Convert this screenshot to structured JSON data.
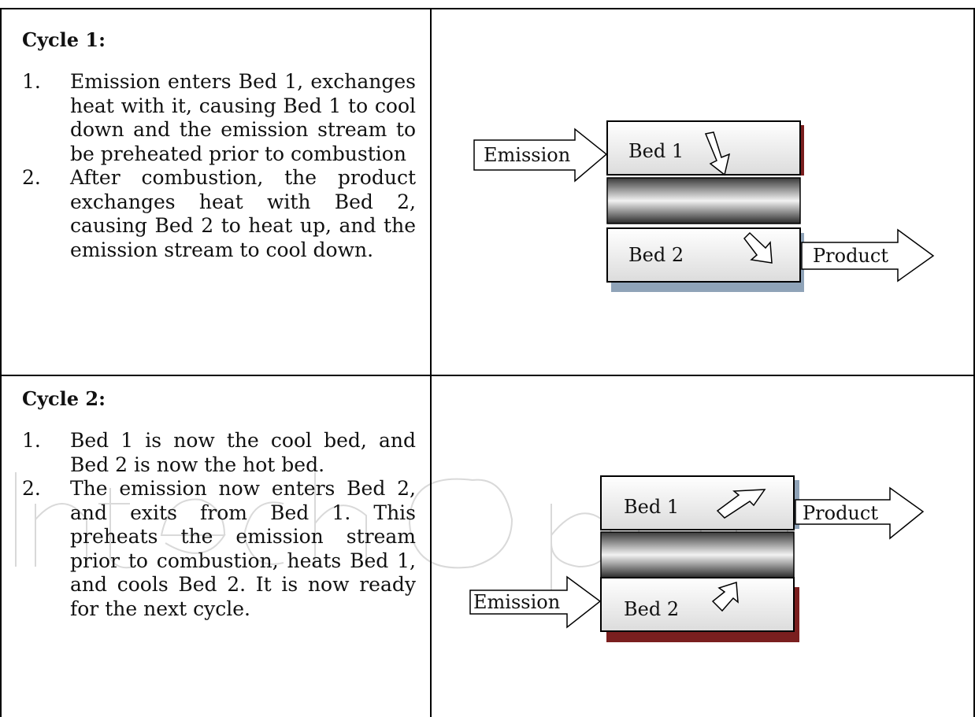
{
  "cycles": [
    {
      "heading": "Cycle 1:",
      "steps": [
        {
          "num": "1.",
          "text": "Emission enters Bed 1, exchanges heat with it, causing Bed 1 to cool down and the emission stream to be preheated prior to combustion"
        },
        {
          "num": "2.",
          "text": "After combustion, the product exchanges heat with Bed 2, causing Bed 2 to heat up, and the emission stream to cool down."
        }
      ],
      "diagram": {
        "bed_top": "Bed 1",
        "bed_bottom": "Bed 2",
        "inlet": "Emission",
        "outlet": "Product"
      }
    },
    {
      "heading": "Cycle 2:",
      "steps": [
        {
          "num": "1.",
          "text": "Bed 1 is now the cool bed, and Bed 2 is now the hot bed."
        },
        {
          "num": "2.",
          "text": "The emission now enters Bed 2, and exits from Bed 1. This preheats the emission stream prior to combustion, heats Bed 1, and cools Bed 2. It is now ready for the next cycle."
        }
      ],
      "diagram": {
        "bed_top": "Bed 1",
        "bed_bottom": "Bed 2",
        "inlet": "Emission",
        "outlet": "Product"
      }
    }
  ],
  "colors": {
    "bed_shadow_top": "#7a1f1f",
    "bed_shadow_bottom": "#8fa3b8",
    "rule": "#000000"
  }
}
